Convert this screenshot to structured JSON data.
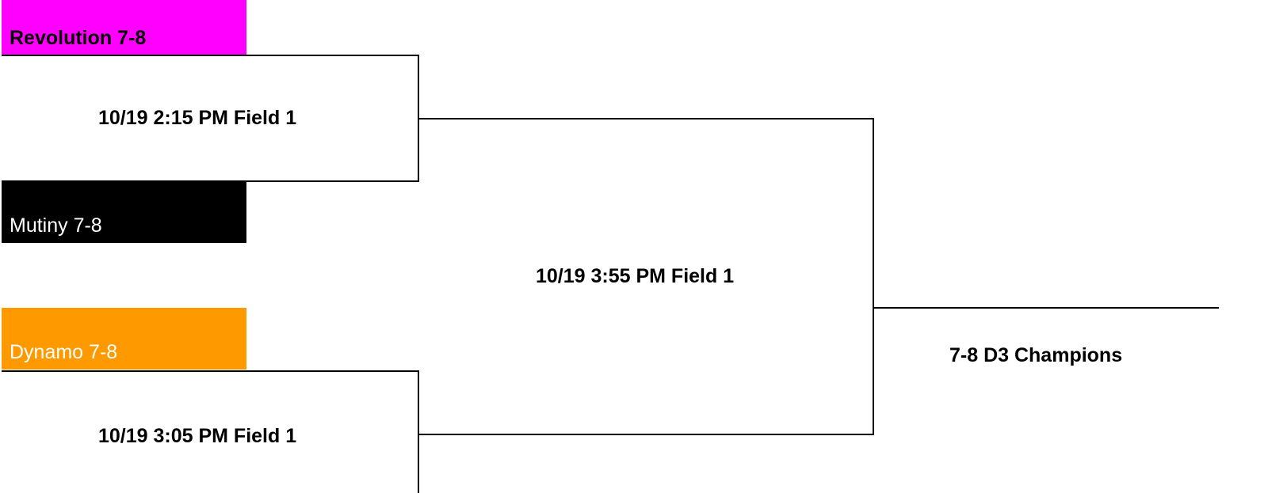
{
  "teams": [
    {
      "name": "Revolution 7-8",
      "bg": "#ff00ff",
      "fg": "#000000",
      "bold": true
    },
    {
      "name": "Mutiny 7-8",
      "bg": "#000000",
      "fg": "#ffffff",
      "bold": false
    },
    {
      "name": "Dynamo 7-8",
      "bg": "#ff9900",
      "fg": "#ffffff",
      "bold": false
    }
  ],
  "games": {
    "game1": "10/19 2:15 PM Field 1",
    "game2": "10/19 3:05 PM Field 1",
    "final": "10/19 3:55 PM Field 1"
  },
  "champion": "7-8 D3 Champions",
  "line_color": "#000000"
}
